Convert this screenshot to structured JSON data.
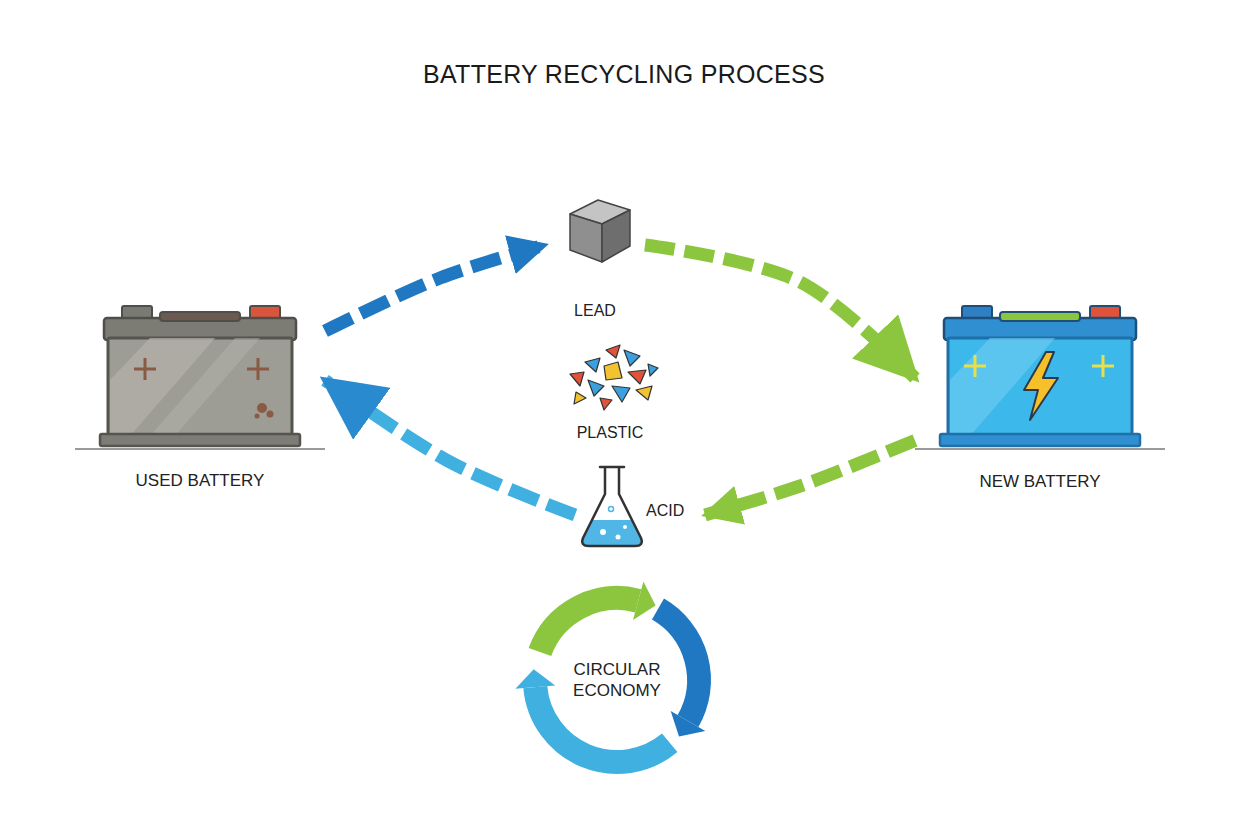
{
  "diagram": {
    "title": "BATTERY RECYCLING PROCESS",
    "nodes": [
      {
        "text": [
          "USED BATTERY"
        ]
      },
      {
        "text": [
          "LEAD"
        ]
      },
      {
        "text": [
          "PLASTIC"
        ]
      },
      {
        "text": [
          "ACID"
        ]
      },
      {
        "text": [
          "NEW BATTERY"
        ]
      },
      {
        "text": [
          "CIRCULAR ECONOMY"
        ]
      }
    ],
    "edges": [
      {
        "from": 0,
        "to": 1,
        "arrow": "to"
      },
      {
        "from": 1,
        "to": 4,
        "arrow": "to"
      },
      {
        "from": 4,
        "to": 3,
        "arrow": "to"
      },
      {
        "from": 3,
        "to": 0,
        "arrow": "to"
      }
    ]
  }
}
